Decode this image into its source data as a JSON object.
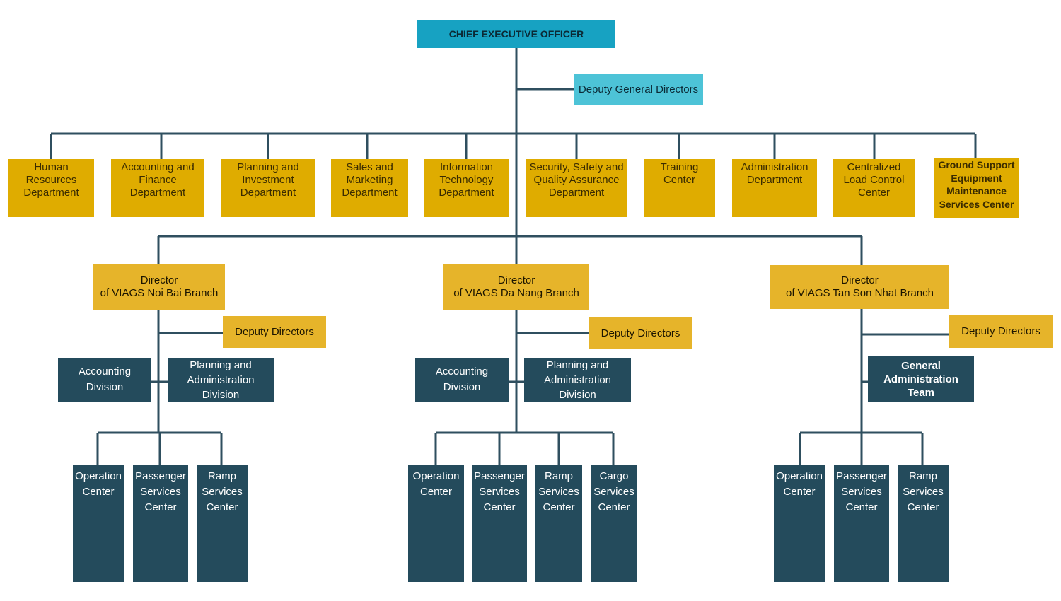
{
  "ceo": "CHIEF EXECUTIVE OFFICER",
  "deputy_general_directors": "Deputy General Directors",
  "departments": [
    "Human\nResources\nDepartment",
    "Accounting and\nFinance\nDepartment",
    "Planning and\nInvestment\nDepartment",
    "Sales and\nMarketing\nDepartment",
    "Information\nTechnology\nDepartment",
    "Security, Safety and\nQuality Assurance\nDepartment",
    "Training\nCenter",
    "Administration\nDepartment",
    "Centralized\nLoad Control\nCenter",
    "Ground Support\nEquipment\nMaintenance\nServices Center"
  ],
  "branches": [
    {
      "director": "Director\nof VIAGS Noi Bai Branch",
      "deputy": "Deputy Directors",
      "divisions": [
        "Accounting\nDivision",
        "Planning and\nAdministration\nDivision"
      ],
      "units": [
        "Operation\nCenter",
        "Passenger\nServices\nCenter",
        "Ramp\nServices\nCenter"
      ]
    },
    {
      "director": "Director\nof VIAGS Da Nang Branch",
      "deputy": "Deputy Directors",
      "divisions": [
        "Accounting\nDivision",
        "Planning and\nAdministration\nDivision"
      ],
      "units": [
        "Operation\nCenter",
        "Passenger\nServices\nCenter",
        "Ramp\nServices\nCenter",
        "Cargo\nServices\nCenter"
      ]
    },
    {
      "director": "Director\nof VIAGS Tan Son Nhat Branch",
      "deputy": "Deputy Directors",
      "divisions": [
        "General\nAdministration\nTeam"
      ],
      "units": [
        "Operation\nCenter",
        "Passenger\nServices\nCenter",
        "Ramp\nServices\nCenter"
      ]
    }
  ]
}
